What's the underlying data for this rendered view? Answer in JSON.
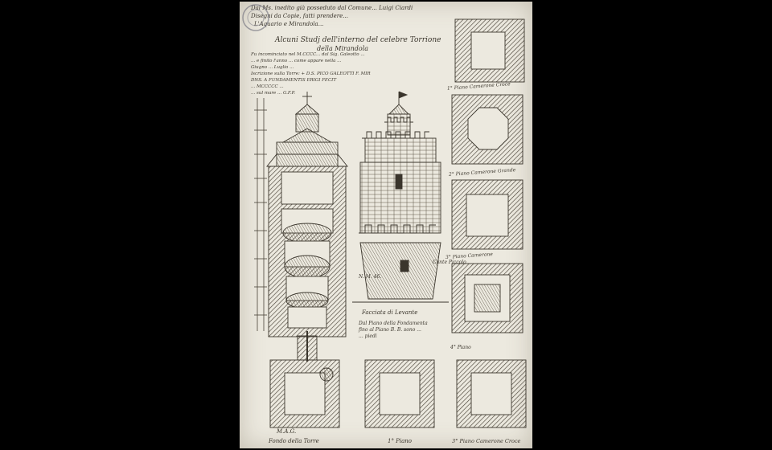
{
  "document": {
    "header_lines": [
      "Dal Ms. inedito già posseduto dal Comune... Luigi Ciardi",
      "Disegni da Copie, fatti prendere...",
      "L'Aquario e Mirandola..."
    ],
    "title": "Alcuni Studj dell'interno del celebre Torrione",
    "title_line2": "della Mirandola",
    "notes": [
      "Fu incominciato nel M.CCCC... dal Sig. Galeotto ...",
      "... e finito l'anno ... come appare nella ...",
      "Giugno ... Luglio ...",
      "Iscrizione sulla Torre: + D.S. PICO GALEOTTI F. MIR",
      "DNS. A FUNDAMENTIS ERIGI FECIT",
      "... MCCCCC ...",
      "... sul mare ... G.F.P."
    ],
    "captions": {
      "facciata": "Facciata di Levante",
      "fondamento_1": "Dal Piano della Fondamenta",
      "fondamento_2": "fino al Piano B. B. sono ...",
      "fondamento_3": "... piedi",
      "mag": "M.A.G.",
      "fondo_torre": "Fondo della Torre",
      "primo_piano": "1° Piano",
      "terzo_piano": "3° Piano Camerone Croce",
      "right_1": "1° Piano Camerone Croce",
      "right_2": "2° Piano Camerone Grande",
      "right_3": "3° Piano Camerone",
      "right_4": "4° Piano",
      "cante": "Cante Piccolo",
      "nm": "N. M. 46."
    }
  }
}
